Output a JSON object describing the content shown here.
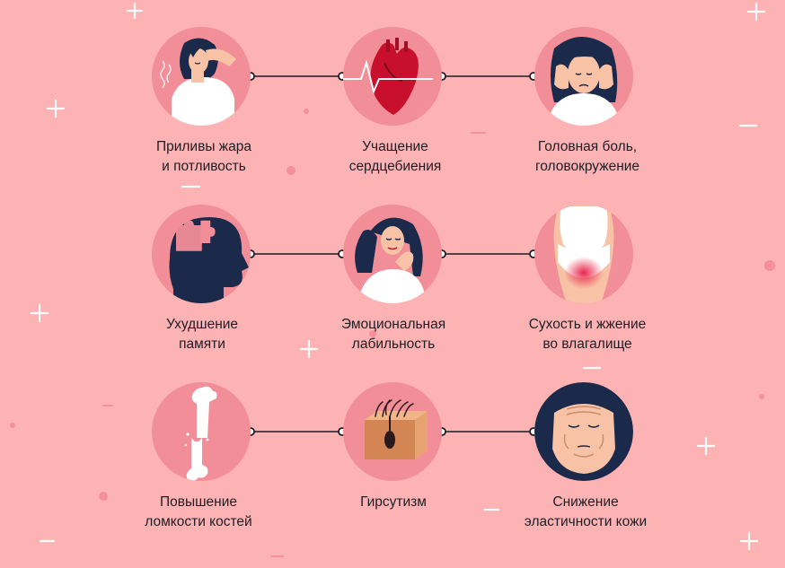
{
  "symptoms": [
    {
      "line1": "Приливы жара",
      "line2": "и потливость"
    },
    {
      "line1": "Учащение",
      "line2": "сердцебиения"
    },
    {
      "line1": "Головная боль,",
      "line2": "головокружение"
    },
    {
      "line1": "Ухудшение",
      "line2": "памяти"
    },
    {
      "line1": "Эмоциональная",
      "line2": "лабильность"
    },
    {
      "line1": "Сухость и жжение",
      "line2": "во влагалище"
    },
    {
      "line1": "Повышение",
      "line2": "ломкости костей"
    },
    {
      "line1": "Гирсутизм",
      "line2": ""
    },
    {
      "line1": "Снижение",
      "line2": "эластичности кожи"
    }
  ],
  "icons": [
    "woman-hot-flash-icon",
    "heart-pulse-icon",
    "woman-headache-icon",
    "head-puzzle-icon",
    "woman-anxious-icon",
    "female-body-icon",
    "broken-bone-icon",
    "hair-follicle-icon",
    "aging-face-icon"
  ],
  "colors": {
    "background": "#fdb3b3",
    "circle": "#f28e98",
    "text": "#1d1d25",
    "connector": "#1d1d25"
  }
}
